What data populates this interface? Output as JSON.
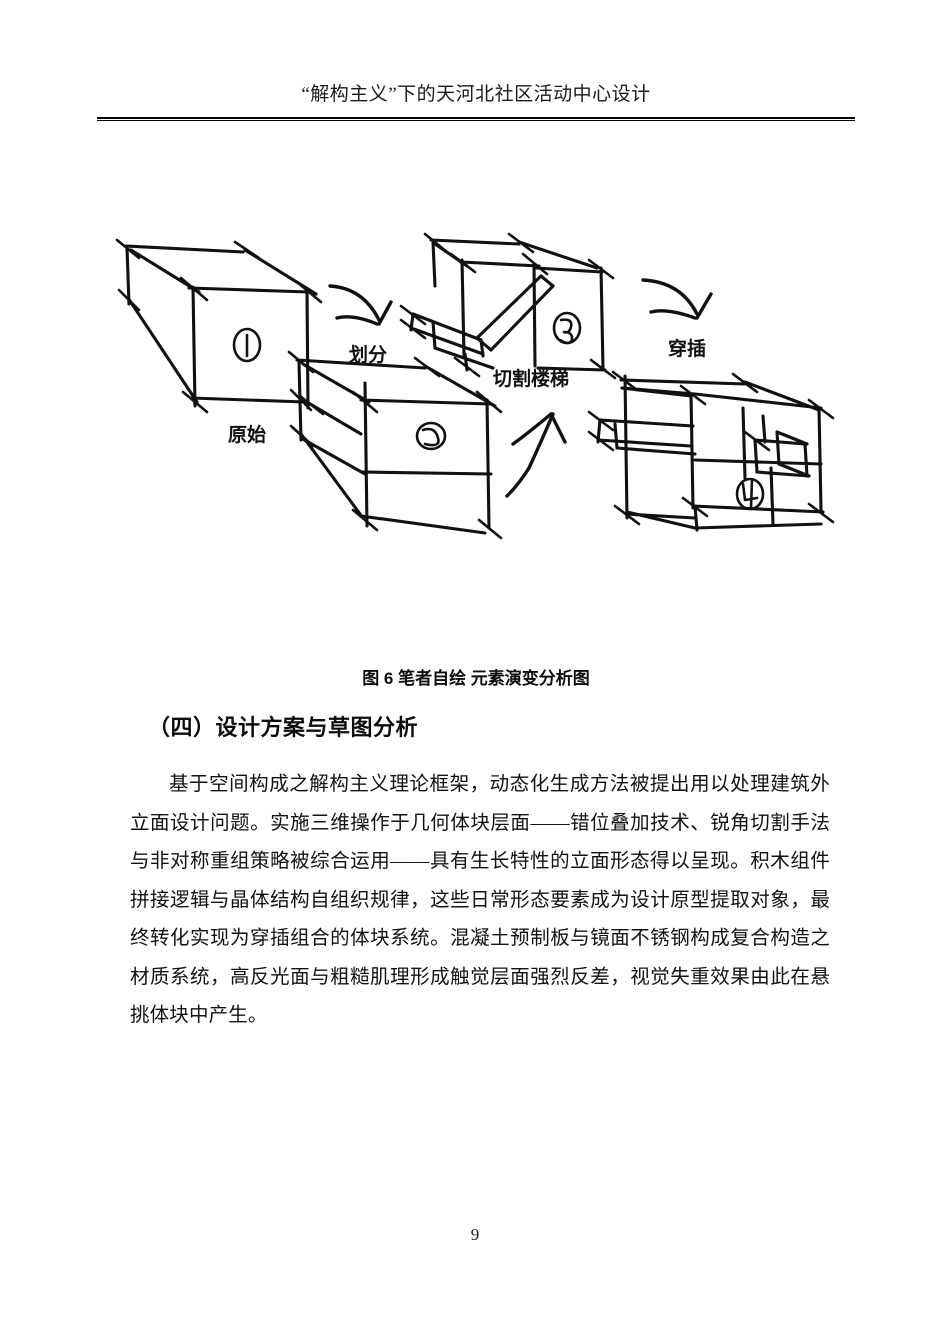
{
  "header": {
    "title": "“解构主义”下的天河北社区活动中心设计"
  },
  "figure": {
    "caption": "图 6 笔者自绘 元素演变分析图",
    "steps": [
      {
        "id": "step-1",
        "label": "原始",
        "number": "①"
      },
      {
        "id": "step-2",
        "label": "划分",
        "number": "②"
      },
      {
        "id": "step-3",
        "label": "切割楼梯",
        "number": "③"
      },
      {
        "id": "step-4",
        "label": "穿插",
        "number": "④"
      }
    ],
    "stage_labels": {
      "original": "原始",
      "divide": "划分",
      "cut_stairs": "切割楼梯",
      "interlock": "穿插"
    },
    "marks": {
      "one": "①",
      "two": "②",
      "three": "③",
      "four": "④"
    }
  },
  "section": {
    "heading": "（四）设计方案与草图分析",
    "paragraph": "基于空间构成之解构主义理论框架，动态化生成方法被提出用以处理建筑外立面设计问题。实施三维操作于几何体块层面——错位叠加技术、锐角切割手法与非对称重组策略被综合运用——具有生长特性的立面形态得以呈现。积木组件拼接逻辑与晶体结构自组织规律，这些日常形态要素成为设计原型提取对象，最终转化实现为穿插组合的体块系统。混凝土预制板与镜面不锈钢构成复合构造之材质系统，高反光面与粗糙肌理形成触觉层面强烈反差，视觉失重效果由此在悬挑体块中产生。"
  },
  "footer": {
    "page_number": "9"
  },
  "colors": {
    "text": "#121212",
    "ink": "#111111",
    "background": "#ffffff"
  }
}
